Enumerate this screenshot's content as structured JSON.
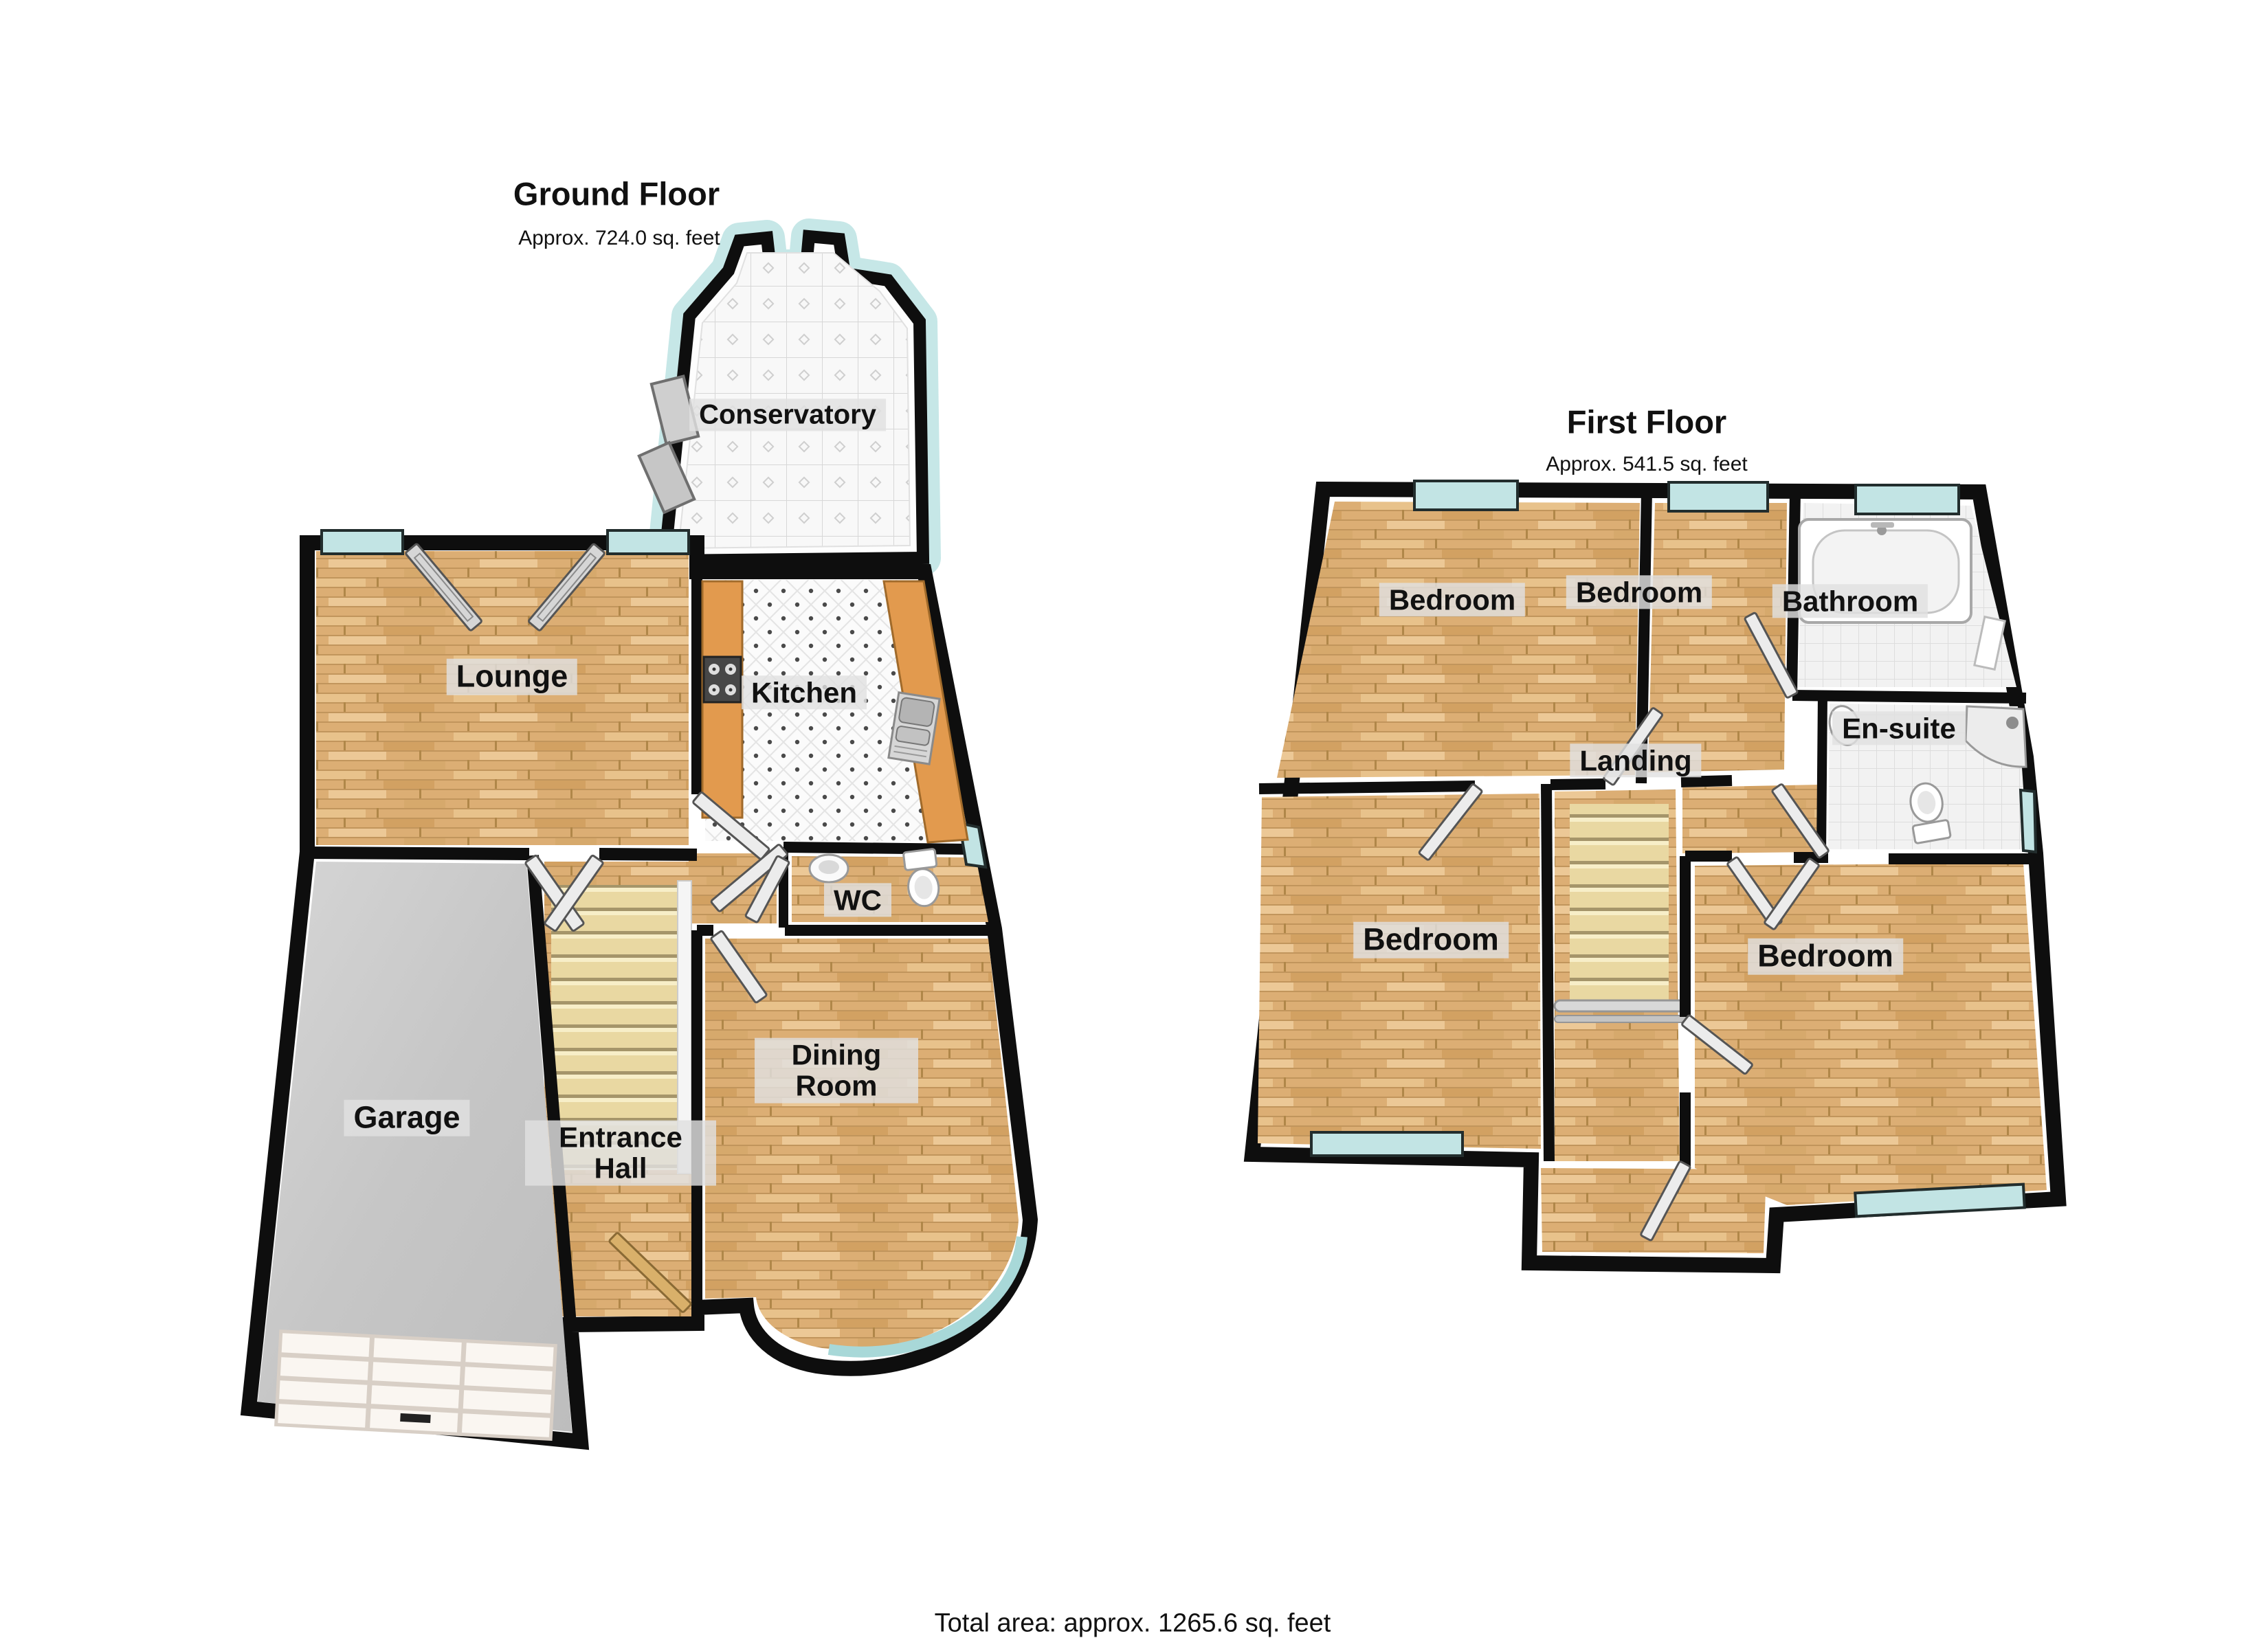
{
  "ground_floor": {
    "title": "Ground Floor",
    "subtitle": "Approx. 724.0 sq. feet",
    "rooms": {
      "conservatory": "Conservatory",
      "lounge": "Lounge",
      "kitchen": "Kitchen",
      "wc": "WC",
      "garage": "Garage",
      "entrance_hall": "Entrance Hall",
      "dining_room": "Dining Room"
    }
  },
  "first_floor": {
    "title": "First Floor",
    "subtitle": "Approx. 541.5 sq. feet",
    "rooms": {
      "bedroom_top_left": "Bedroom",
      "bedroom_top_middle": "Bedroom",
      "bathroom": "Bathroom",
      "ensuite": "En-suite",
      "landing": "Landing",
      "bedroom_bottom_left": "Bedroom",
      "bedroom_master": "Bedroom"
    }
  },
  "footer": {
    "total_area": "Total area: approx. 1265.6 sq. feet"
  },
  "colors": {
    "wall": "#0e0e0e",
    "glass": "#c2e4e4",
    "wood_floor": "#ddae74",
    "kitchen_counter": "#e29a4e",
    "garage_floor": "#cccccc",
    "stair_tread": "#e9d8a2",
    "label_background": "#e4e4e4"
  }
}
